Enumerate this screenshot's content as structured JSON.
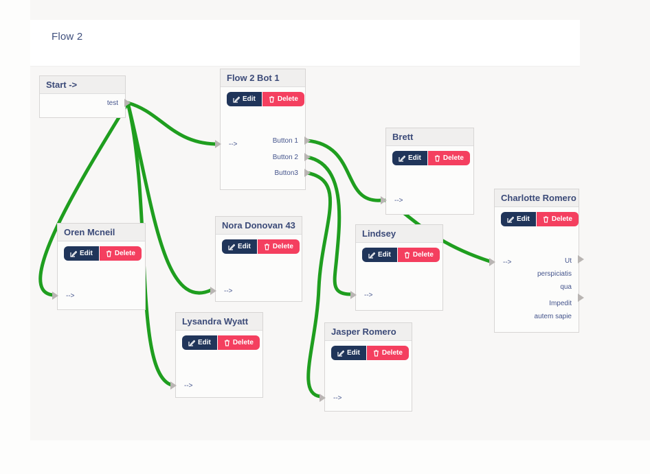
{
  "page": {
    "title": "Flow 2"
  },
  "node_buttons": {
    "edit": "Edit",
    "delete": "Delete"
  },
  "nodes": [
    {
      "id": "start",
      "title": "Start ->",
      "outputs": [
        {
          "label": "test"
        }
      ]
    },
    {
      "id": "flow-2-bot-1",
      "title": "Flow 2 Bot 1",
      "input_label": "-->",
      "outputs": [
        {
          "label": "Button 1"
        },
        {
          "label": "Button 2"
        },
        {
          "label": "Button3"
        }
      ]
    },
    {
      "id": "brett",
      "title": "Brett",
      "input_label": "-->"
    },
    {
      "id": "charlotte-romero",
      "title": "Charlotte Romero",
      "input_label": "-->",
      "outputs": [
        {
          "label": "Ut perspiciatis qua"
        },
        {
          "label": "Impedit autem sapie"
        }
      ]
    },
    {
      "id": "oren-mcneil",
      "title": "Oren Mcneil",
      "input_label": "-->"
    },
    {
      "id": "nora-donovan-43",
      "title": "Nora Donovan 43",
      "input_label": "-->"
    },
    {
      "id": "lindsey",
      "title": "Lindsey",
      "input_label": "-->"
    },
    {
      "id": "lysandra-wyatt",
      "title": "Lysandra Wyatt",
      "input_label": "-->"
    },
    {
      "id": "jasper-romero",
      "title": "Jasper Romero",
      "input_label": "-->"
    }
  ],
  "connections": [
    {
      "from": "start.test",
      "to": "flow-2-bot-1.input"
    },
    {
      "from": "start.test",
      "to": "oren-mcneil.input"
    },
    {
      "from": "start.test",
      "to": "nora-donovan-43.input"
    },
    {
      "from": "start.test",
      "to": "lysandra-wyatt.input"
    },
    {
      "from": "flow-2-bot-1.button-1",
      "to": "brett.input"
    },
    {
      "from": "flow-2-bot-1.button-2",
      "to": "lindsey.input"
    },
    {
      "from": "flow-2-bot-1.button-3",
      "to": "jasper-romero.input"
    },
    {
      "from": "brett.input",
      "to": "charlotte-romero.input"
    }
  ],
  "colors": {
    "connector": "#1f9e1f",
    "edit_button": "#20355a",
    "delete_button": "#f43f5f",
    "node_header_text": "#3b4a78",
    "canvas_bg": "#f8f7f6"
  }
}
